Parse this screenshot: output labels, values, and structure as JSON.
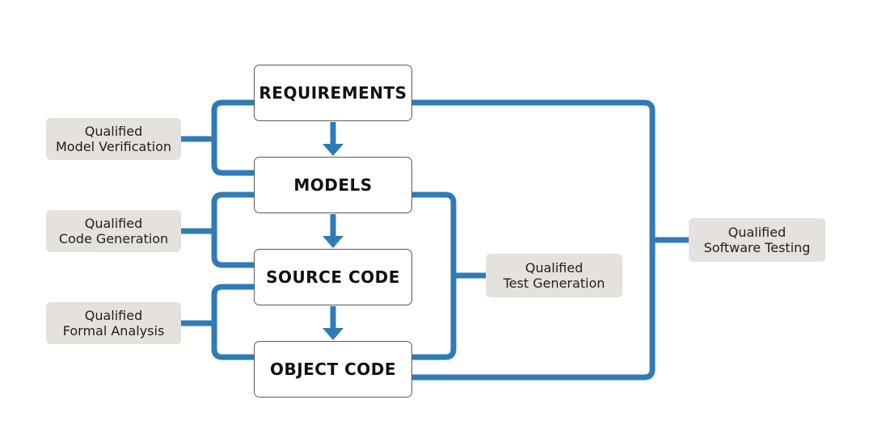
{
  "stages": [
    {
      "id": "requirements",
      "label": "REQUIREMENTS"
    },
    {
      "id": "models",
      "label": "MODELS"
    },
    {
      "id": "source-code",
      "label": "SOURCE CODE"
    },
    {
      "id": "object-code",
      "label": "OBJECT CODE"
    }
  ],
  "tools": {
    "model_verification": {
      "line1": "Qualified",
      "line2": "Model Verification"
    },
    "code_generation": {
      "line1": "Qualified",
      "line2": "Code Generation"
    },
    "formal_analysis": {
      "line1": "Qualified",
      "line2": "Formal Analysis"
    },
    "test_generation": {
      "line1": "Qualified",
      "line2": "Test Generation"
    },
    "software_testing": {
      "line1": "Qualified",
      "line2": "Software Testing"
    }
  },
  "colors": {
    "connector": "#2f7bb5",
    "tool_box": "#e5e1dc",
    "stage_border": "#5a5a5a"
  }
}
